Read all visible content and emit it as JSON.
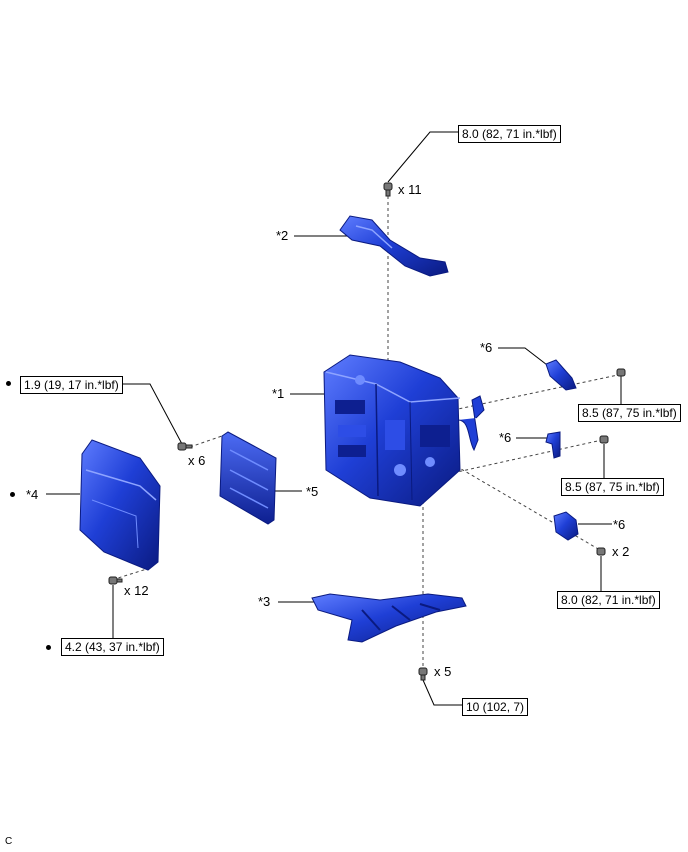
{
  "torques": {
    "t1": "8.0 (82, 71 in.*lbf)",
    "t2": "1.9 (19, 17 in.*lbf)",
    "t3": "8.5 (87, 75 in.*lbf)",
    "t4": "8.5 (87, 75 in.*lbf)",
    "t5": "8.0 (82, 71 in.*lbf)",
    "t6": "4.2 (43, 37 in.*lbf)",
    "t7": "10 (102, 7)"
  },
  "quantities": {
    "q_top": "x 11",
    "q_left": "x 6",
    "q_right": "x 2",
    "q_bottom_left": "x 12",
    "q_bottom": "x 5"
  },
  "callouts": {
    "c1": "*1",
    "c2": "*2",
    "c3": "*3",
    "c4": "*4",
    "c5": "*5",
    "c6a": "*6",
    "c6b": "*6",
    "c6c": "*6"
  },
  "figure_code": "C",
  "colors": {
    "part_blue": "#1f3fd6",
    "part_dark": "#0a1a80",
    "part_light": "#6f8cff"
  }
}
